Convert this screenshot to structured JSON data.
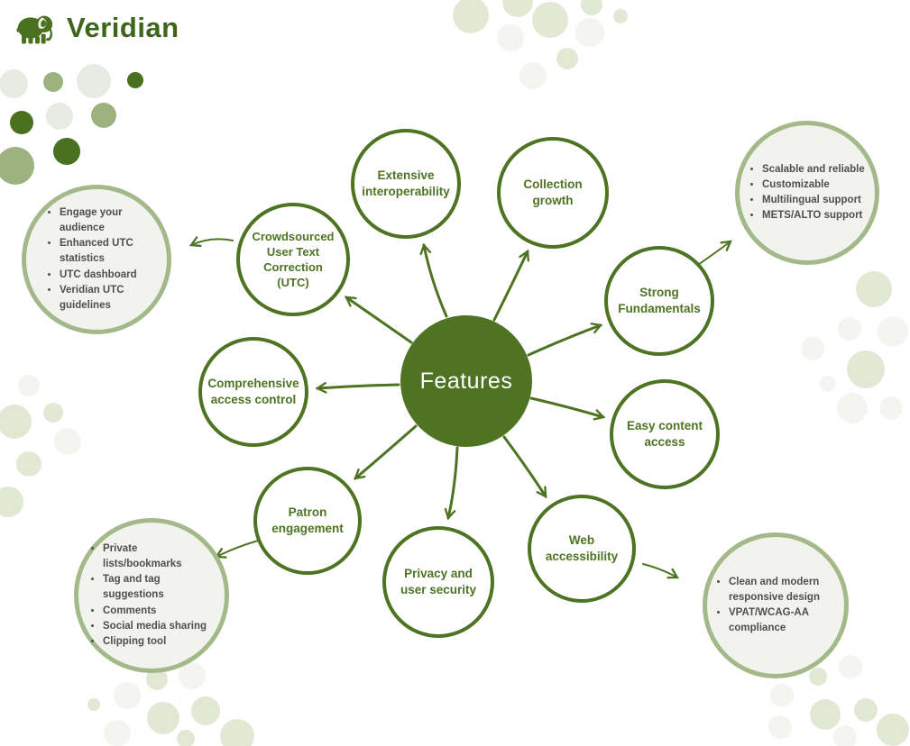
{
  "brand": {
    "name": "Veridian",
    "logo_icon": "elephant-icon"
  },
  "colors": {
    "primary_green": "#4d7323",
    "sage_green": "#a4b989",
    "callout_fill": "#f2f2ef",
    "bullet_text": "#4e5049",
    "dot_dark": "#4a7120",
    "dot_sage": "#9db37f",
    "dot_light_gray": "#e8ebe2",
    "dot_light_sage": "#e3e8d5",
    "dot_faint": "#f4f5f0"
  },
  "diagram": {
    "center": {
      "label": "Features"
    },
    "nodes": [
      {
        "id": "extensive-interoperability",
        "label": "Extensive interoperability"
      },
      {
        "id": "collection-growth",
        "label": "Collection growth"
      },
      {
        "id": "strong-fundamentals",
        "label": "Strong Fundamentals"
      },
      {
        "id": "easy-content-access",
        "label": "Easy content access"
      },
      {
        "id": "web-accessibility",
        "label": "Web accessibility"
      },
      {
        "id": "privacy-user-security",
        "label": "Privacy and user security"
      },
      {
        "id": "patron-engagement",
        "label": "Patron engagement"
      },
      {
        "id": "comprehensive-access-control",
        "label": "Comprehensive access control"
      },
      {
        "id": "crowdsourced-utc",
        "label": "Crowdsourced User Text Correction (UTC)"
      }
    ],
    "callouts": [
      {
        "id": "utc-details",
        "items": [
          "Engage your audience",
          "Enhanced UTC statistics",
          "UTC dashboard",
          "Veridian UTC guidelines"
        ]
      },
      {
        "id": "fundamentals-details",
        "items": [
          "Scalable and reliable",
          "Customizable",
          "Multilingual support",
          "METS/ALTO support"
        ]
      },
      {
        "id": "patron-details",
        "items": [
          "Private lists/bookmarks",
          "Tag and tag suggestions",
          "Comments",
          "Social media sharing",
          "Clipping tool"
        ]
      },
      {
        "id": "accessibility-details",
        "items": [
          "Clean and modern responsive design",
          "VPAT/WCAG-AA compliance"
        ]
      }
    ]
  }
}
